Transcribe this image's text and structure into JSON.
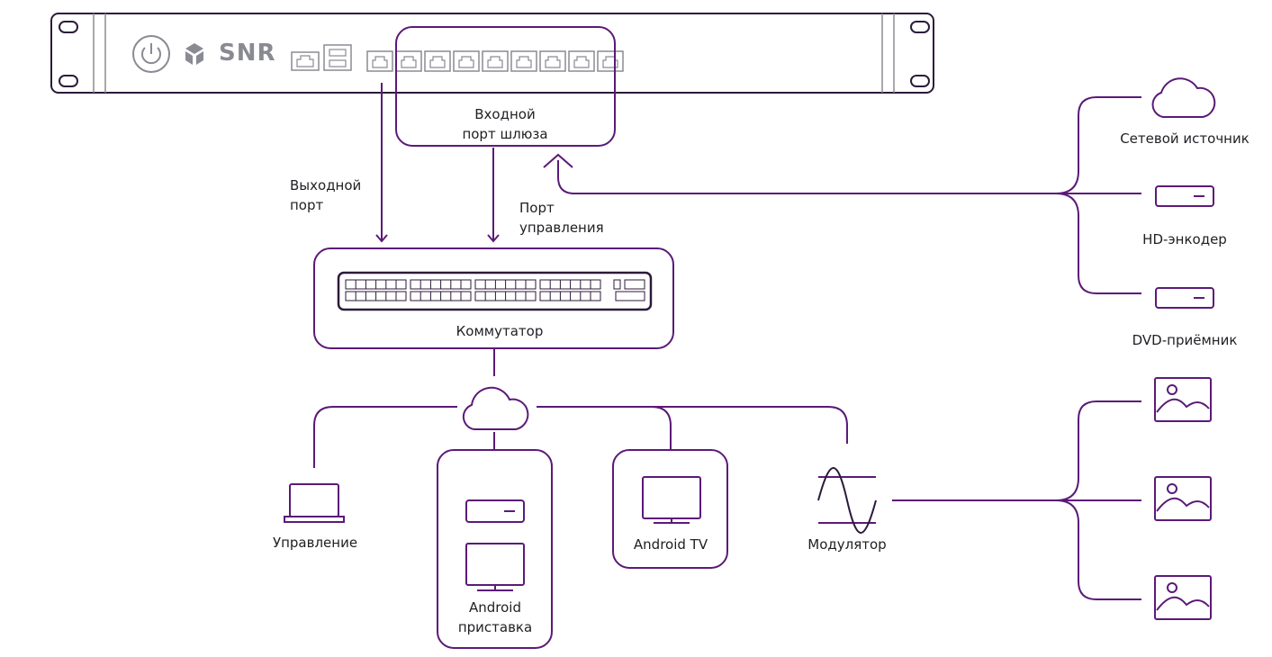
{
  "colors": {
    "accent": "#5b1a78",
    "stroke": "#2d1a3a",
    "muted": "#8a8a93"
  },
  "gateway": {
    "brand": "SNR",
    "input_port_label": "Входной\nпорт шлюза"
  },
  "labels": {
    "output_port": "Выходной\nпорт",
    "mgmt_port": "Порт\nуправления",
    "switch": "Коммутатор",
    "management": "Управление",
    "android_box": "Android\nприставка",
    "android_tv": "Android TV",
    "modulator": "Модулятор"
  },
  "sources": [
    {
      "icon": "cloud-icon",
      "label": "Сетевой источник"
    },
    {
      "icon": "device-icon",
      "label": "HD-энкодер"
    },
    {
      "icon": "device-icon",
      "label": "DVD-приёмник"
    }
  ],
  "outputs": [
    {
      "icon": "tv-picture-icon"
    },
    {
      "icon": "tv-picture-icon"
    },
    {
      "icon": "tv-picture-icon"
    }
  ]
}
